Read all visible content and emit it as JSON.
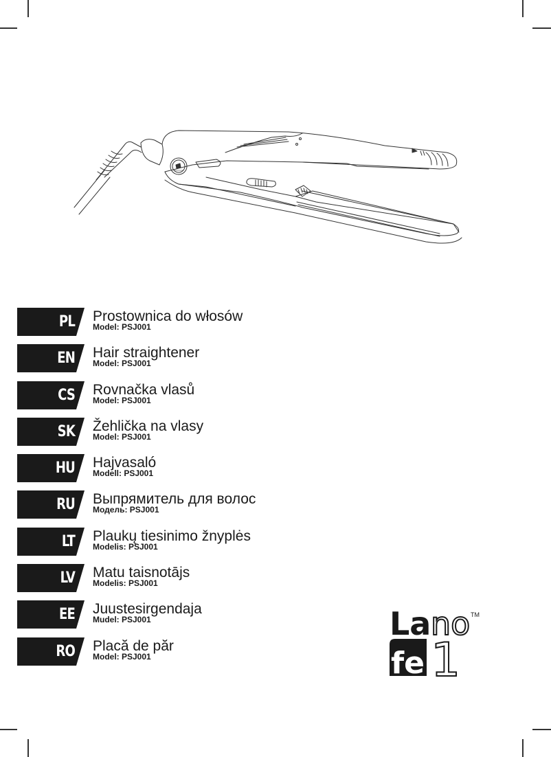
{
  "document": {
    "type": "product-manual-cover",
    "product_illustration": "hair-straightener-illustration",
    "languages": [
      {
        "code": "PL",
        "title": "Prostownica do włosów",
        "model": "Model: PSJ001"
      },
      {
        "code": "EN",
        "title": "Hair straightener",
        "model": "Model: PSJ001"
      },
      {
        "code": "CS",
        "title": "Rovnačka vlasů",
        "model": "Model: PSJ001"
      },
      {
        "code": "SK",
        "title": "Žehlička na vlasy",
        "model": "Model: PSJ001"
      },
      {
        "code": "HU",
        "title": "Hajvasaló",
        "model": "Modell: PSJ001"
      },
      {
        "code": "RU",
        "title": "Выпрямитель для волос",
        "model": "Модель: PSJ001"
      },
      {
        "code": "LT",
        "title": "Plaukų tiesinimo žnyplės",
        "model": "Modelis: PSJ001"
      },
      {
        "code": "LV",
        "title": "Matu taisnotājs",
        "model": "Modelis: PSJ001"
      },
      {
        "code": "EE",
        "title": "Juustesirgendaja",
        "model": "Mudel: PSJ001"
      },
      {
        "code": "RO",
        "title": "Placă de păr",
        "model": "Model: PSJ001"
      }
    ]
  },
  "logo": {
    "line1_bold": "La",
    "line1_outline": "no",
    "line2_bold": "fe",
    "line2_outline": "1",
    "trademark": "TM"
  },
  "colors": {
    "badge": "#1a1a1a",
    "text": "#1a1a1a",
    "background": "#ffffff"
  }
}
